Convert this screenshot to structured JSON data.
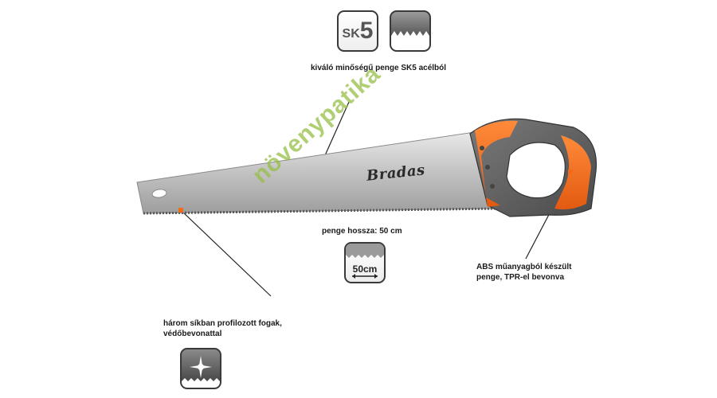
{
  "features": {
    "quality": {
      "text": "kiváló minőségű penge SK5 acélból"
    },
    "length": {
      "text": "penge hossza: 50 cm",
      "icon_text": "50cm"
    },
    "handle": {
      "line1": "ABS műanyagból készült",
      "line2": "penge, TPR-el bevonva"
    },
    "teeth": {
      "line1": "három síkban profilozott fogak,",
      "line2": "védőbevonattal"
    }
  },
  "icons": {
    "sk5": {
      "small": "SK",
      "big": "5",
      "name": "sk5-steel-icon"
    },
    "teeth": {
      "name": "saw-teeth-icon"
    },
    "length": {
      "name": "blade-length-icon"
    },
    "teeth3d": {
      "name": "coated-teeth-icon"
    }
  },
  "product": {
    "brand": "Bradas"
  },
  "watermark": {
    "text": "növenypatika"
  },
  "colors": {
    "accent": "#f26b1d",
    "handle_grey": "#6a6a6a",
    "blade": "#c9c9c9",
    "watermark": "#96be46"
  }
}
